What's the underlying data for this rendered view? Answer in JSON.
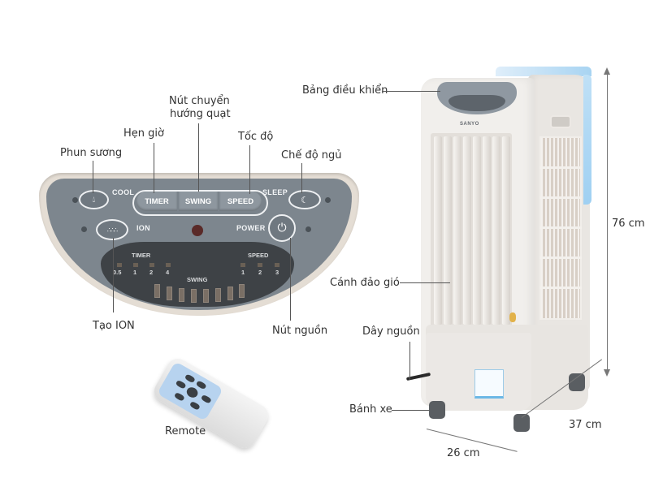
{
  "callouts": {
    "phun_suong": "Phun sương",
    "hen_gio": "Hẹn giờ",
    "nut_chuyen_huong_line1": "Nút chuyển",
    "nut_chuyen_huong_line2": "hướng quạt",
    "toc_do": "Tốc độ",
    "che_do_ngu": "Chế độ ngủ",
    "tao_ion": "Tạo ION",
    "nut_nguon": "Nút nguồn",
    "remote": "Remote",
    "bang_dieu_khien": "Bảng điều khiển",
    "canh_dao_gio": "Cánh đảo gió",
    "day_nguon": "Dây nguồn",
    "banh_xe": "Bánh xe"
  },
  "dimensions": {
    "height": "76 cm",
    "depth": "37 cm",
    "width": "26 cm"
  },
  "control_panel": {
    "cool": "COOL",
    "sleep": "SLEEP",
    "ion": "ION",
    "power": "POWER",
    "buttons": {
      "timer": "TIMER",
      "swing": "SWING",
      "speed": "SPEED"
    },
    "display": {
      "timer_label": "TIMER",
      "timer_values": [
        "0.5",
        "1",
        "2",
        "4"
      ],
      "speed_label": "SPEED",
      "speed_values": [
        "1",
        "2",
        "3"
      ],
      "swing_label": "SWING"
    },
    "icons": {
      "cool": "water-drops-icon",
      "sleep": "moon-icon",
      "ion": "ion-dots-icon",
      "power": "power-icon"
    }
  },
  "product": {
    "brand": "SANYO"
  },
  "colors": {
    "panel_face": "#7d868e",
    "panel_rim": "#e4ddd4",
    "display_bg": "#3e4246",
    "cooler_body": "#f1efec",
    "accent_blue": "#a8d4f2",
    "remote_face": "#b7d3ef"
  }
}
